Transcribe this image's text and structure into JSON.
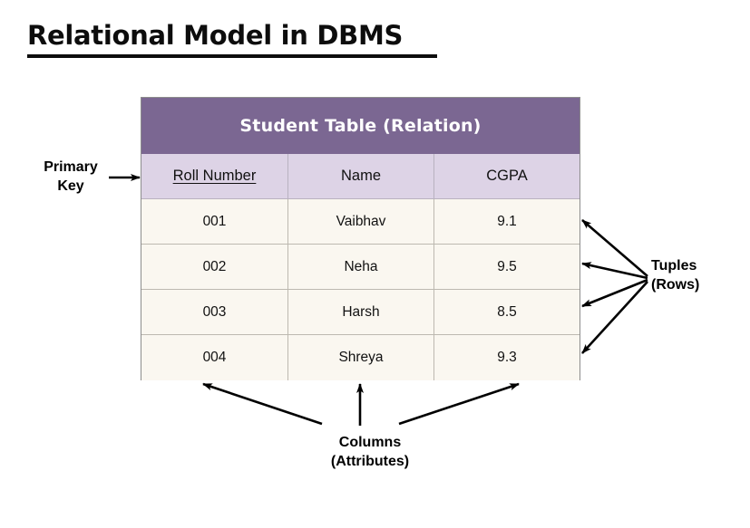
{
  "title": "Relational Model in DBMS",
  "table": {
    "caption": "Student Table (Relation)",
    "columns": [
      "Roll Number",
      "Name",
      "CGPA"
    ],
    "rows": [
      {
        "roll": "001",
        "name": "Vaibhav",
        "cgpa": "9.1"
      },
      {
        "roll": "002",
        "name": "Neha",
        "cgpa": "9.5"
      },
      {
        "roll": "003",
        "name": "Harsh",
        "cgpa": "8.5"
      },
      {
        "roll": "004",
        "name": "Shreya",
        "cgpa": "9.3"
      }
    ]
  },
  "annotations": {
    "primary_key": {
      "line1": "Primary",
      "line2": "Key"
    },
    "tuples": {
      "line1": "Tuples",
      "line2": "(Rows)"
    },
    "columns": {
      "line1": "Columns",
      "line2": "(Attributes)"
    }
  },
  "colors": {
    "header_purple": "#7b6792",
    "column_header_lavender": "#ddd3e6",
    "row_cream": "#faf7f0",
    "border_gray": "#8d8d8d",
    "text_black": "#000000",
    "caption_white": "#ffffff"
  }
}
